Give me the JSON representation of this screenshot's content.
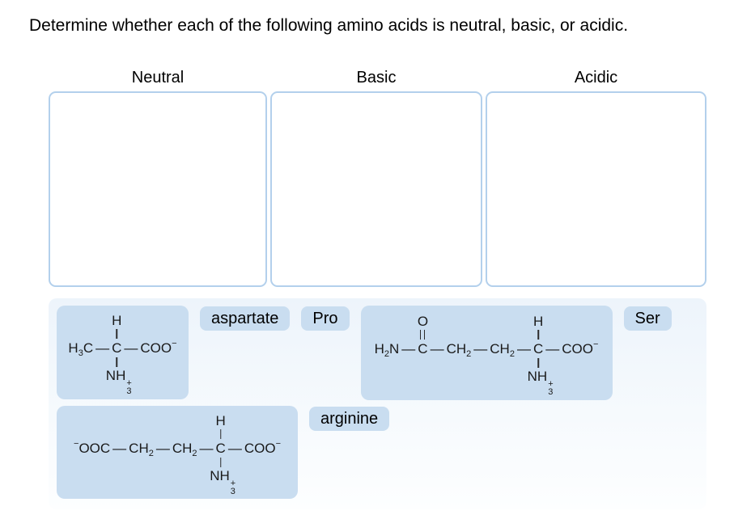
{
  "title": "Determine whether each of the following amino acids is neutral, basic, or acidic.",
  "columns": [
    {
      "label": "Neutral"
    },
    {
      "label": "Basic"
    },
    {
      "label": "Acidic"
    }
  ],
  "bond": {
    "dash": "—"
  },
  "pills": {
    "aspartate": "aspartate",
    "pro": "Pro",
    "ser": "Ser",
    "arginine": "arginine"
  },
  "structures": {
    "s1": {
      "g1": "H",
      "g1sub": "3",
      "g1end": "C",
      "alpha": "C",
      "alpha_top": "H",
      "acid": "COO",
      "acid_charge": "−",
      "amino": "NH",
      "amino_sub": "3",
      "amino_charge": "+"
    },
    "s2": {
      "g1": "H",
      "g1sub": "2",
      "g1end": "N",
      "carbonyl": "C",
      "carbonyl_top": "O",
      "ch2a": "CH",
      "ch2a_sub": "2",
      "ch2b": "CH",
      "ch2b_sub": "2",
      "alpha": "C",
      "alpha_top": "H",
      "acid": "COO",
      "acid_charge": "−",
      "amino": "NH",
      "amino_sub": "3",
      "amino_charge": "+"
    },
    "s3": {
      "lead_charge": "−",
      "lead": "OOC",
      "ch2a": "CH",
      "ch2a_sub": "2",
      "ch2b": "CH",
      "ch2b_sub": "2",
      "alpha": "C",
      "alpha_top": "H",
      "acid": "COO",
      "acid_charge": "−",
      "amino": "NH",
      "amino_sub": "3",
      "amino_charge": "+"
    }
  },
  "colors": {
    "tile_blue": "#c9ddf0",
    "zone_border": "#b3d0ec",
    "bank_gradient_top": "#edf4fb",
    "bank_gradient_bottom": "#fdfeff",
    "text": "#000000"
  }
}
